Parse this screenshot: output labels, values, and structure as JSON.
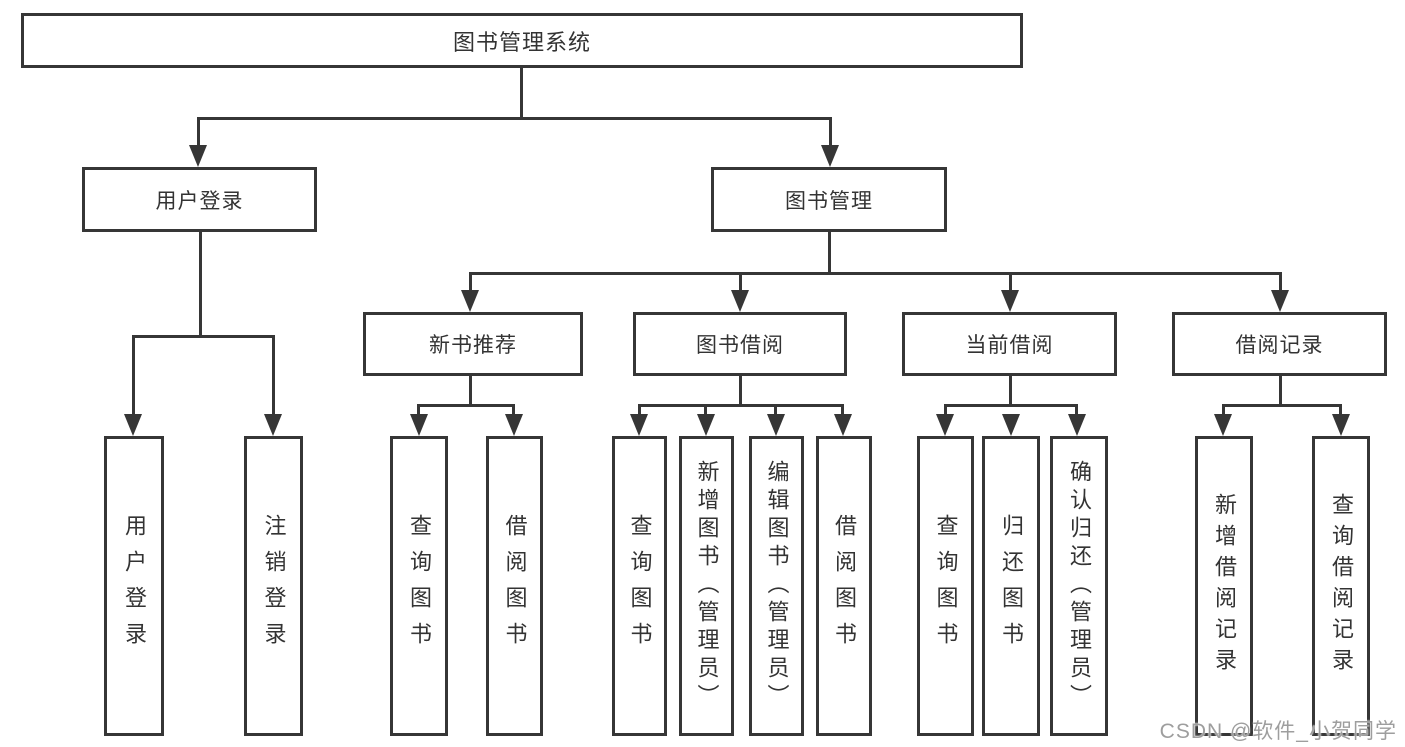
{
  "diagram": {
    "root": {
      "label": "图书管理系统"
    },
    "branches": [
      {
        "label": "用户登录",
        "children": [
          {
            "label": "用户登录"
          },
          {
            "label": "注销登录"
          }
        ]
      },
      {
        "label": "图书管理",
        "children": [
          {
            "label": "新书推荐",
            "children": [
              {
                "label": "查询图书"
              },
              {
                "label": "借阅图书"
              }
            ]
          },
          {
            "label": "图书借阅",
            "children": [
              {
                "label": "查询图书"
              },
              {
                "label": "新增图书（管理员）"
              },
              {
                "label": "编辑图书（管理员）"
              },
              {
                "label": "借阅图书"
              }
            ]
          },
          {
            "label": "当前借阅",
            "children": [
              {
                "label": "查询图书"
              },
              {
                "label": "归还图书"
              },
              {
                "label": "确认归还（管理员）"
              }
            ]
          },
          {
            "label": "借阅记录",
            "children": [
              {
                "label": "新增借阅记录"
              },
              {
                "label": "查询借阅记录"
              }
            ]
          }
        ]
      }
    ],
    "watermark": {
      "text": "CSDN @软件_小贺同学"
    },
    "colors": {
      "line": "#363636",
      "text": "#333333",
      "watermark": "#9e9e9e",
      "background": "#ffffff"
    }
  }
}
